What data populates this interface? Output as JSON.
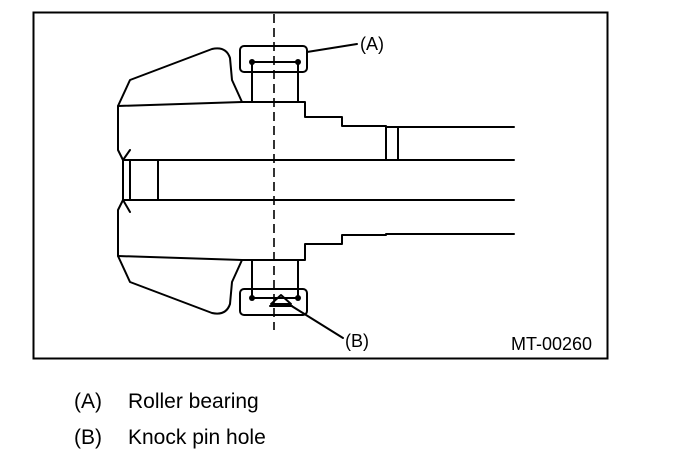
{
  "figure": {
    "label_a": "(A)",
    "label_b": "(B)",
    "figure_code": "MT-00260"
  },
  "legend": [
    {
      "tag": "(A)",
      "text": "Roller bearing"
    },
    {
      "tag": "(B)",
      "text": "Knock pin hole"
    }
  ]
}
